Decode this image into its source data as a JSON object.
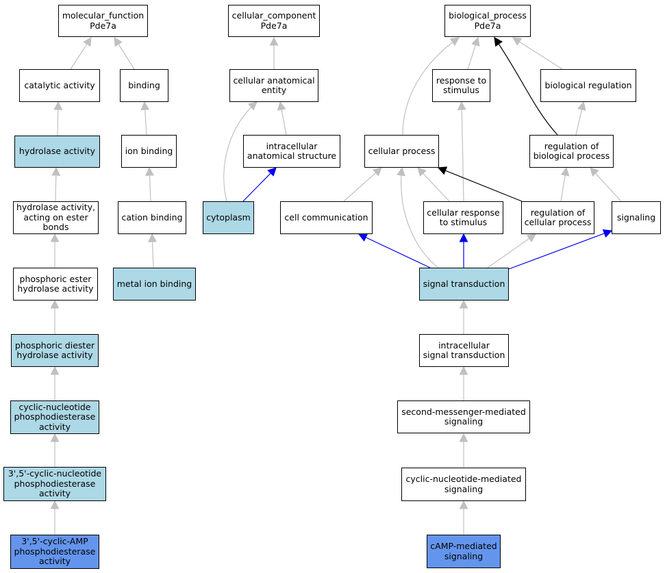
{
  "colors": {
    "highlight": "#add8e6",
    "focus": "#6495ed",
    "edge_gray": "#c0c0c0",
    "edge_blue": "#0000ee",
    "edge_black": "#000000"
  },
  "nodes": {
    "mf": "molecular_function\nPde7a",
    "cat": "catalytic activity",
    "bind": "binding",
    "hyd": "hydrolase activity",
    "ion": "ion binding",
    "hydester": "hydrolase activity,\nacting on ester\nbonds",
    "cation": "cation binding",
    "pmono": "phosphoric ester\nhydrolase activity",
    "metal": "metal ion binding",
    "pdi": "phosphoric diester\nhydrolase activity",
    "cnpde": "cyclic-nucleotide\nphosphodiesterase\nactivity",
    "c35": "3',5'-cyclic-nucleotide\nphosphodiesterase\nactivity",
    "camp_pde": "3',5'-cyclic-AMP\nphosphodiesterase\nactivity",
    "cc": "cellular_component\nPde7a",
    "cae": "cellular anatomical\nentity",
    "ias": "intracellular\nanatomical structure",
    "cyto": "cytoplasm",
    "bp": "biological_process\nPde7a",
    "rts": "response to\nstimulus",
    "breg": "biological regulation",
    "cp": "cellular process",
    "rbp": "regulation of\nbiological process",
    "cc2": "cell communication",
    "crs": "cellular response\nto stimulus",
    "rcp": "regulation of\ncellular process",
    "sig": "signaling",
    "st": "signal transduction",
    "ist": "intracellular\nsignal transduction",
    "smm": "second-messenger-mediated\nsignaling",
    "cnm": "cyclic-nucleotide-mediated\nsignaling",
    "cms": "cAMP-mediated\nsignaling"
  }
}
